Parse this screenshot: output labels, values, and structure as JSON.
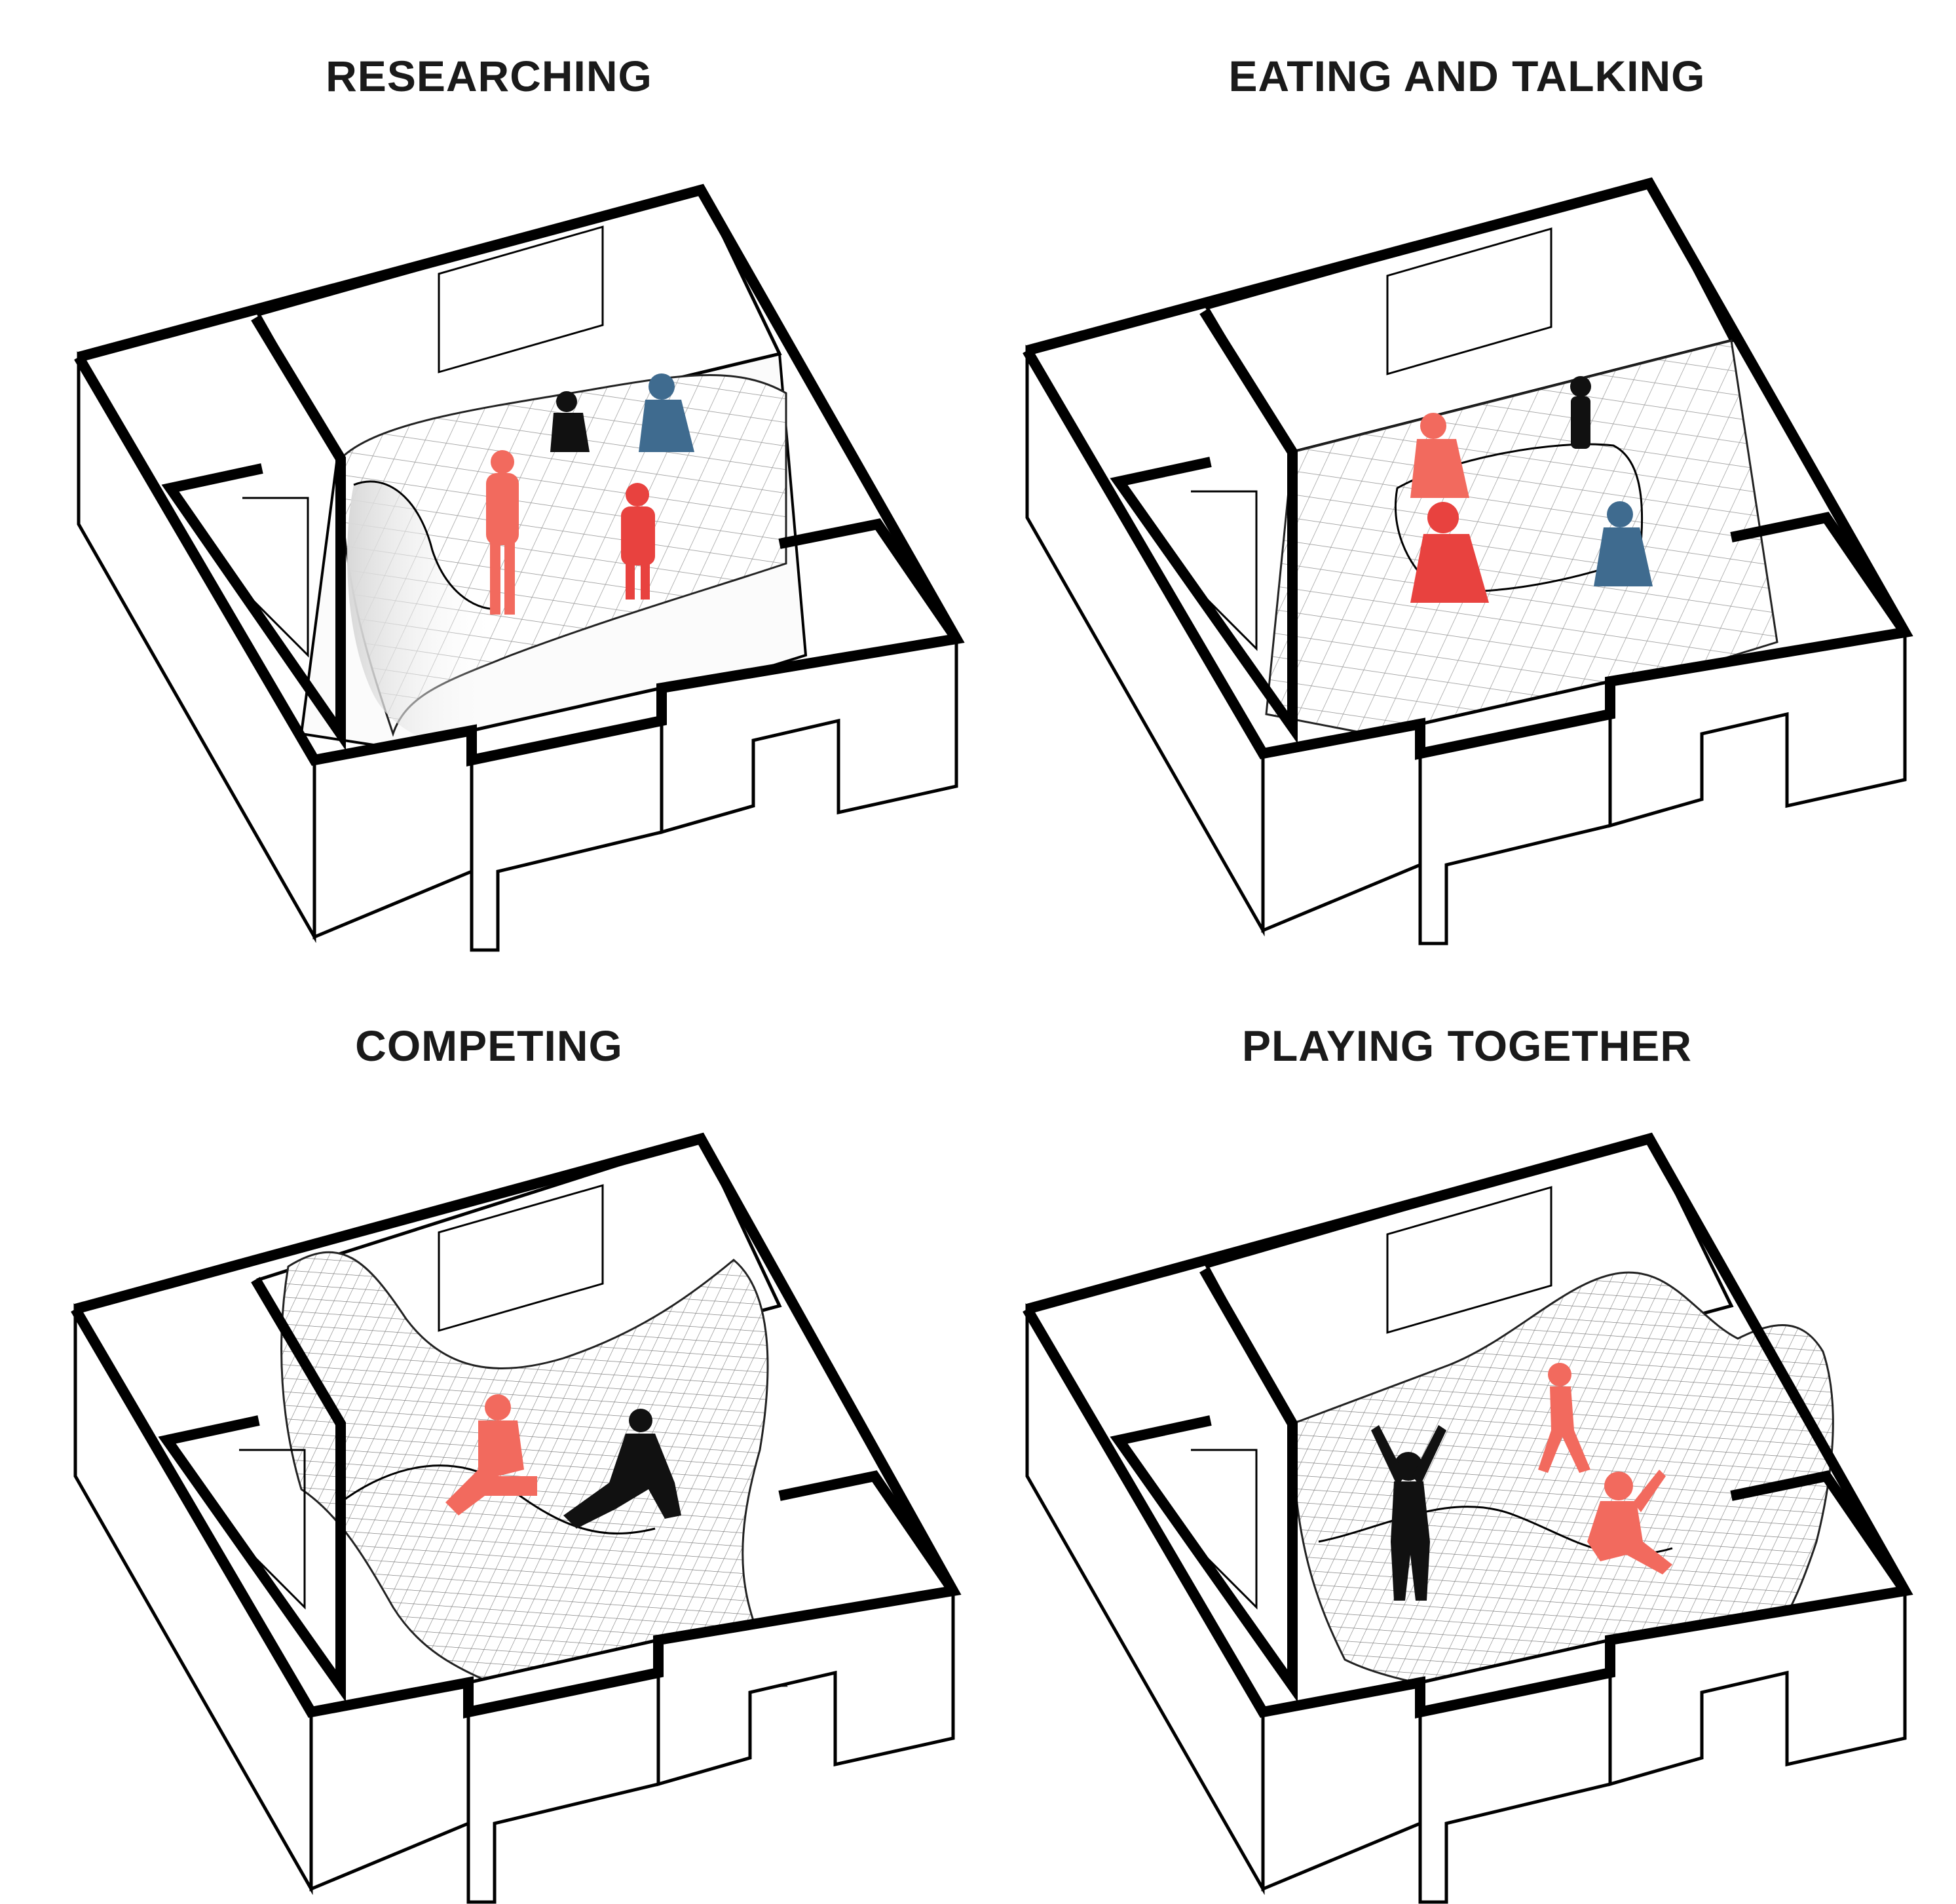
{
  "panels": [
    {
      "title": "RESEARCHING"
    },
    {
      "title": "EATING AND TALKING"
    },
    {
      "title": "COMPETING"
    },
    {
      "title": "PLAYING TOGETHER"
    }
  ],
  "figure_colors": {
    "red": "#e8423f",
    "salmon": "#f26a5e",
    "blue": "#3f6b8f",
    "black": "#111111"
  }
}
